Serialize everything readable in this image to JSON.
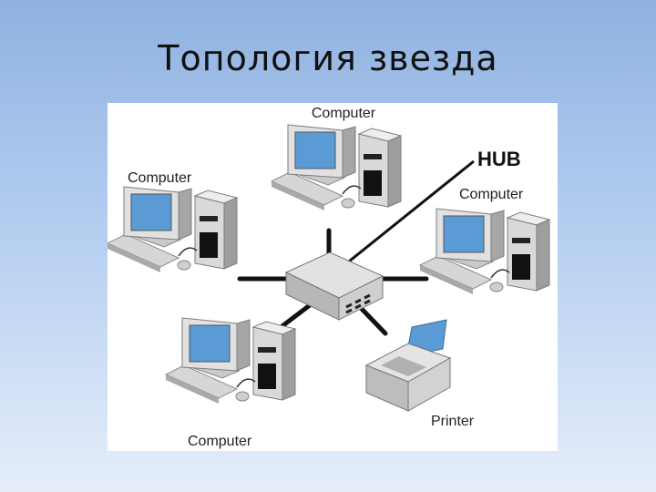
{
  "slide": {
    "title": "Топология звезда"
  },
  "diagram": {
    "hub_label": "HUB",
    "printer_label": "Printer",
    "computer_labels": {
      "top": "Computer",
      "left": "Computer",
      "right": "Computer",
      "bottom": "Computer"
    },
    "colors": {
      "screen": "#5b9bd5",
      "case": "#d9d9d9",
      "case_dark": "#9e9e9e",
      "cable": "#111111"
    }
  }
}
